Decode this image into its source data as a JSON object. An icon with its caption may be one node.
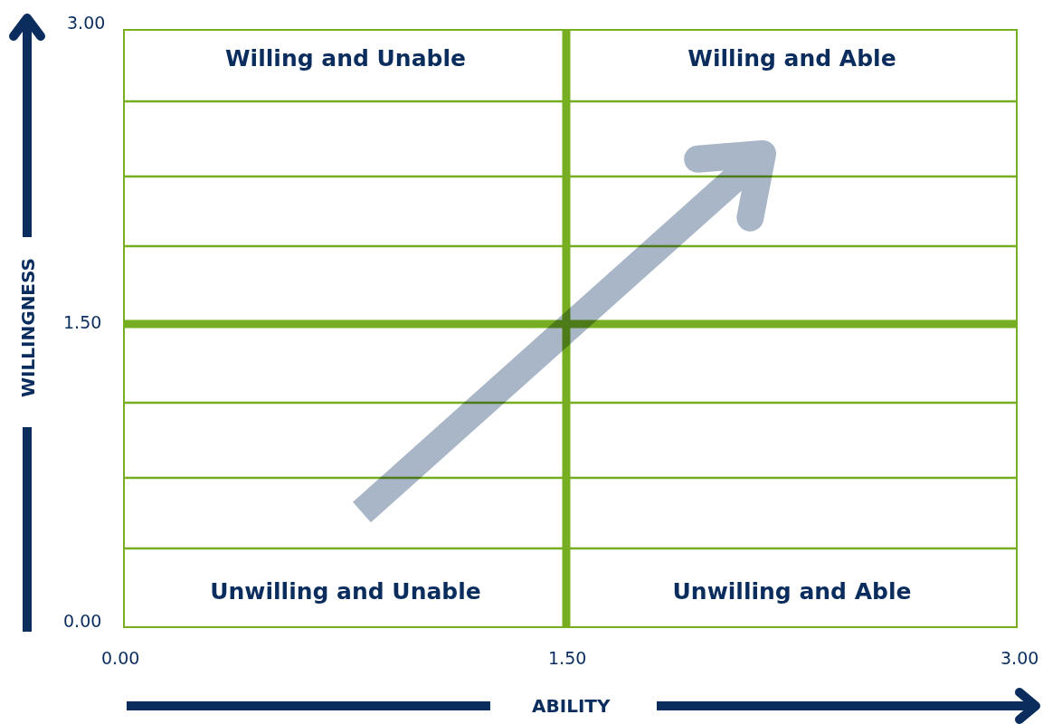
{
  "diagram": {
    "nodes": [
      {
        "text": [
          "Willing and Unable"
        ]
      },
      {
        "text": [
          "Willing and Able"
        ]
      },
      {
        "text": [
          "Unwilling and Unable"
        ]
      },
      {
        "text": [
          "Unwilling and Able"
        ]
      }
    ],
    "edges": [
      {
        "from": 2,
        "to": 1,
        "arrow": "to"
      }
    ],
    "labels": [
      "3.00",
      "1.50",
      "WILLINGNESS",
      "0.00",
      "0.00",
      "1.50",
      "3.00",
      "ABILITY"
    ]
  }
}
